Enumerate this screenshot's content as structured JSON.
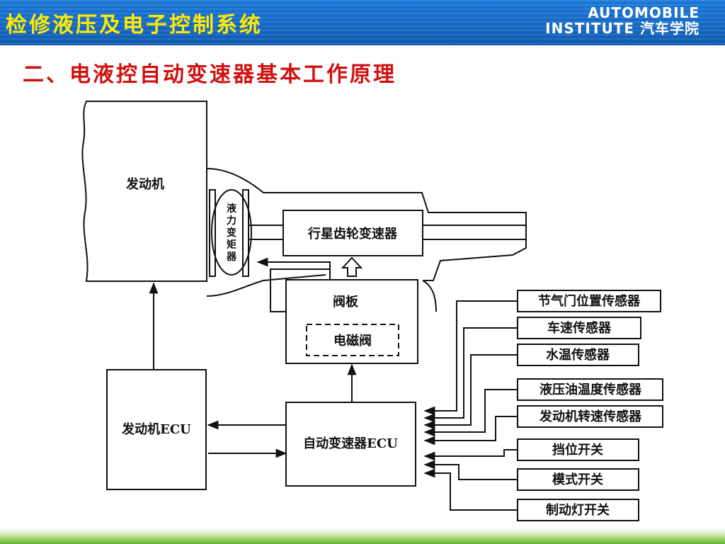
{
  "header": {
    "title": "检修液压及电子控制系统",
    "brand_line1": "AUTOMOBILE",
    "brand_line2": "INSTITUTE 汽车学院"
  },
  "slide": {
    "title": "二、电液控自动变速器基本工作原理"
  },
  "diagram": {
    "engine": "发动机",
    "torque_converter": [
      "液",
      "力",
      "变",
      "矩",
      "器"
    ],
    "planetary_gearbox": "行星齿轮变速器",
    "valve_body": "阀板",
    "solenoid_valve": "电磁阀",
    "engine_ecu": "发动机ECU",
    "transmission_ecu": "自动变速器ECU",
    "sensors": [
      "节气门位置传感器",
      "车速传感器",
      "水温传感器",
      "液压油温度传感器",
      "发动机转速传感器",
      "挡位开关",
      "模式开关",
      "制动灯开关"
    ]
  },
  "colors": {
    "header_bg": "#1466c3",
    "header_text": "#ffeb00",
    "slide_title": "#d01010",
    "bottom_bar": "#62b333"
  }
}
